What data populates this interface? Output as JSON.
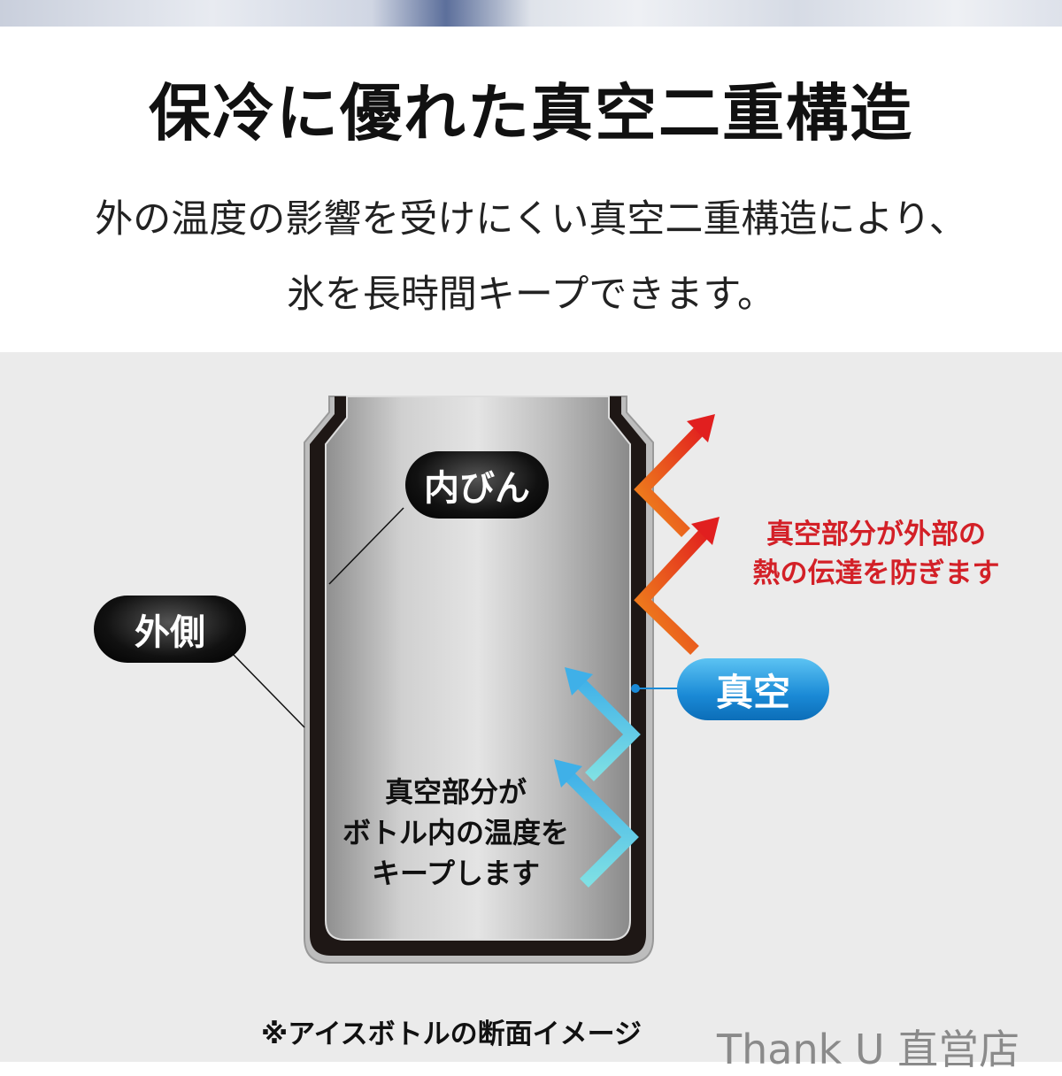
{
  "heading": {
    "title": "保冷に優れた真空二重構造",
    "line1": "外の温度の影響を受けにくい真空二重構造により、",
    "line2": "氷を長時間キープできます。"
  },
  "diagram": {
    "label_inner": "内びん",
    "label_outer": "外側",
    "label_vacuum": "真空",
    "heat_note": [
      "真空部分が外部の",
      "熱の伝達を防ぎます"
    ],
    "keep_note": [
      "真空部分が",
      "ボトル内の温度を",
      "キープします"
    ],
    "colors": {
      "heat_arrow": "#e8401c",
      "cool_arrow": "#5fc9e6",
      "vacuum_pill": "#1a8ad6",
      "note_red": "#d32027"
    }
  },
  "caption": "※アイスボトルの断面イメージ",
  "watermark": "Thank U 直営店"
}
